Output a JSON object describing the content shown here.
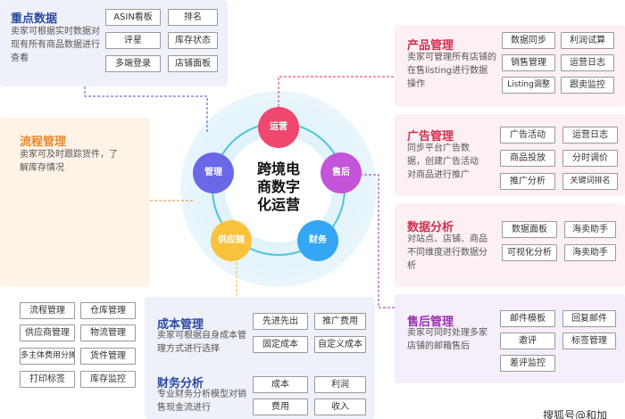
{
  "hub": {
    "line1": "跨境电",
    "line2": "商数字",
    "line3": "化运营",
    "nodes": [
      {
        "label": "运营",
        "color": "#f0476e"
      },
      {
        "label": "售后",
        "color": "#c454d9"
      },
      {
        "label": "财务",
        "color": "#34a6f3"
      },
      {
        "label": "供应链",
        "color": "#f9c33d"
      },
      {
        "label": "管理",
        "color": "#6a67e8"
      }
    ]
  },
  "panels": {
    "data_key": {
      "title": "重点数据",
      "title_color": "#2c4aa0",
      "desc": "卖家可根据实时数据对现有所有商品数据进行查看",
      "chips": [
        "ASIN看板",
        "排名",
        "评星",
        "库存状态",
        "多端登录",
        "店铺面板"
      ]
    },
    "process": {
      "title": "流程管理",
      "title_color": "#e8892c",
      "desc": "卖家可及时跟踪货件，了解库存情况",
      "chips": [
        "流程管理",
        "仓库管理",
        "供应商管理",
        "物流管理",
        "多主体费用分摊",
        "货件管理",
        "打印标签",
        "库存监控"
      ]
    },
    "cost": {
      "title": "成本管理",
      "title_color": "#2c4aa0",
      "desc": "卖家可根据自身成本管理方式进行选择",
      "chips": [
        "先进先出",
        "推广费用",
        "固定成本",
        "自定义成本"
      ]
    },
    "finance": {
      "title": "财务分析",
      "title_color": "#2c4aa0",
      "desc": "专业财务分析模型对销售现金流进行",
      "chips": [
        "成本",
        "利润",
        "费用",
        "收入"
      ]
    },
    "product": {
      "title": "产品管理",
      "title_color": "#d03050",
      "desc": "卖家可管理所有店铺的在售listing进行数据操作",
      "chips": [
        "数据同步",
        "利润试算",
        "销售管理",
        "运营日志",
        "Listing调整",
        "跟卖监控"
      ]
    },
    "ads": {
      "title": "广告管理",
      "title_color": "#d03050",
      "desc": "同步平台广告数据，创建广告活动对商品进行推广",
      "chips": [
        "广告活动",
        "运营日志",
        "商品投放",
        "分时调价",
        "推广分析",
        "关键词排名"
      ]
    },
    "analysis": {
      "title": "数据分析",
      "title_color": "#d03050",
      "desc": "对站点、店铺、商品不同维度进行数据分析",
      "chips": [
        "数据面板",
        "海卖助手",
        "可视化分析",
        "海卖助手"
      ]
    },
    "after": {
      "title": "售后管理",
      "title_color": "#9a2fb0",
      "desc": "卖家可同时处理多家店铺的邮箱售后",
      "chips": [
        "邮件模板",
        "回复邮件",
        "邀评",
        "标签管理",
        "差评监控"
      ]
    }
  },
  "watermark": "搜狐号@和加"
}
